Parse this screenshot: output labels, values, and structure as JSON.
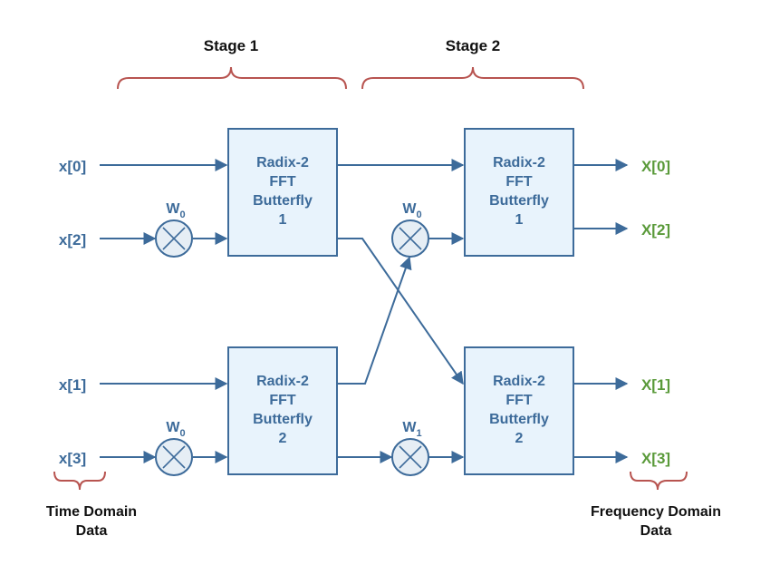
{
  "stages": {
    "stage1": "Stage 1",
    "stage2": "Stage 2"
  },
  "inputs": [
    "x[0]",
    "x[2]",
    "x[1]",
    "x[3]"
  ],
  "outputs": [
    "X[0]",
    "X[2]",
    "X[1]",
    "X[3]"
  ],
  "blocks": {
    "s1b1": [
      "Radix-2",
      "FFT",
      "Butterfly",
      "1"
    ],
    "s1b2": [
      "Radix-2",
      "FFT",
      "Butterfly",
      "2"
    ],
    "s2b1": [
      "Radix-2",
      "FFT",
      "Butterfly",
      "1"
    ],
    "s2b2": [
      "Radix-2",
      "FFT",
      "Butterfly",
      "2"
    ]
  },
  "twiddles": {
    "s1_top": {
      "base": "W",
      "sub": "0"
    },
    "s1_bottom": {
      "base": "W",
      "sub": "0"
    },
    "s2_top": {
      "base": "W",
      "sub": "0"
    },
    "s2_bottom": {
      "base": "W",
      "sub": "1"
    }
  },
  "captions": {
    "time_domain": [
      "Time Domain",
      "Data"
    ],
    "frequency_domain": [
      "Frequency Domain",
      "Data"
    ]
  },
  "colors": {
    "wire": "#3d6b9a",
    "block_fill": "#e8f3fc",
    "multiplier_fill": "#e6eef5",
    "output_text": "#5a9a3a",
    "brace": "#b85450"
  }
}
